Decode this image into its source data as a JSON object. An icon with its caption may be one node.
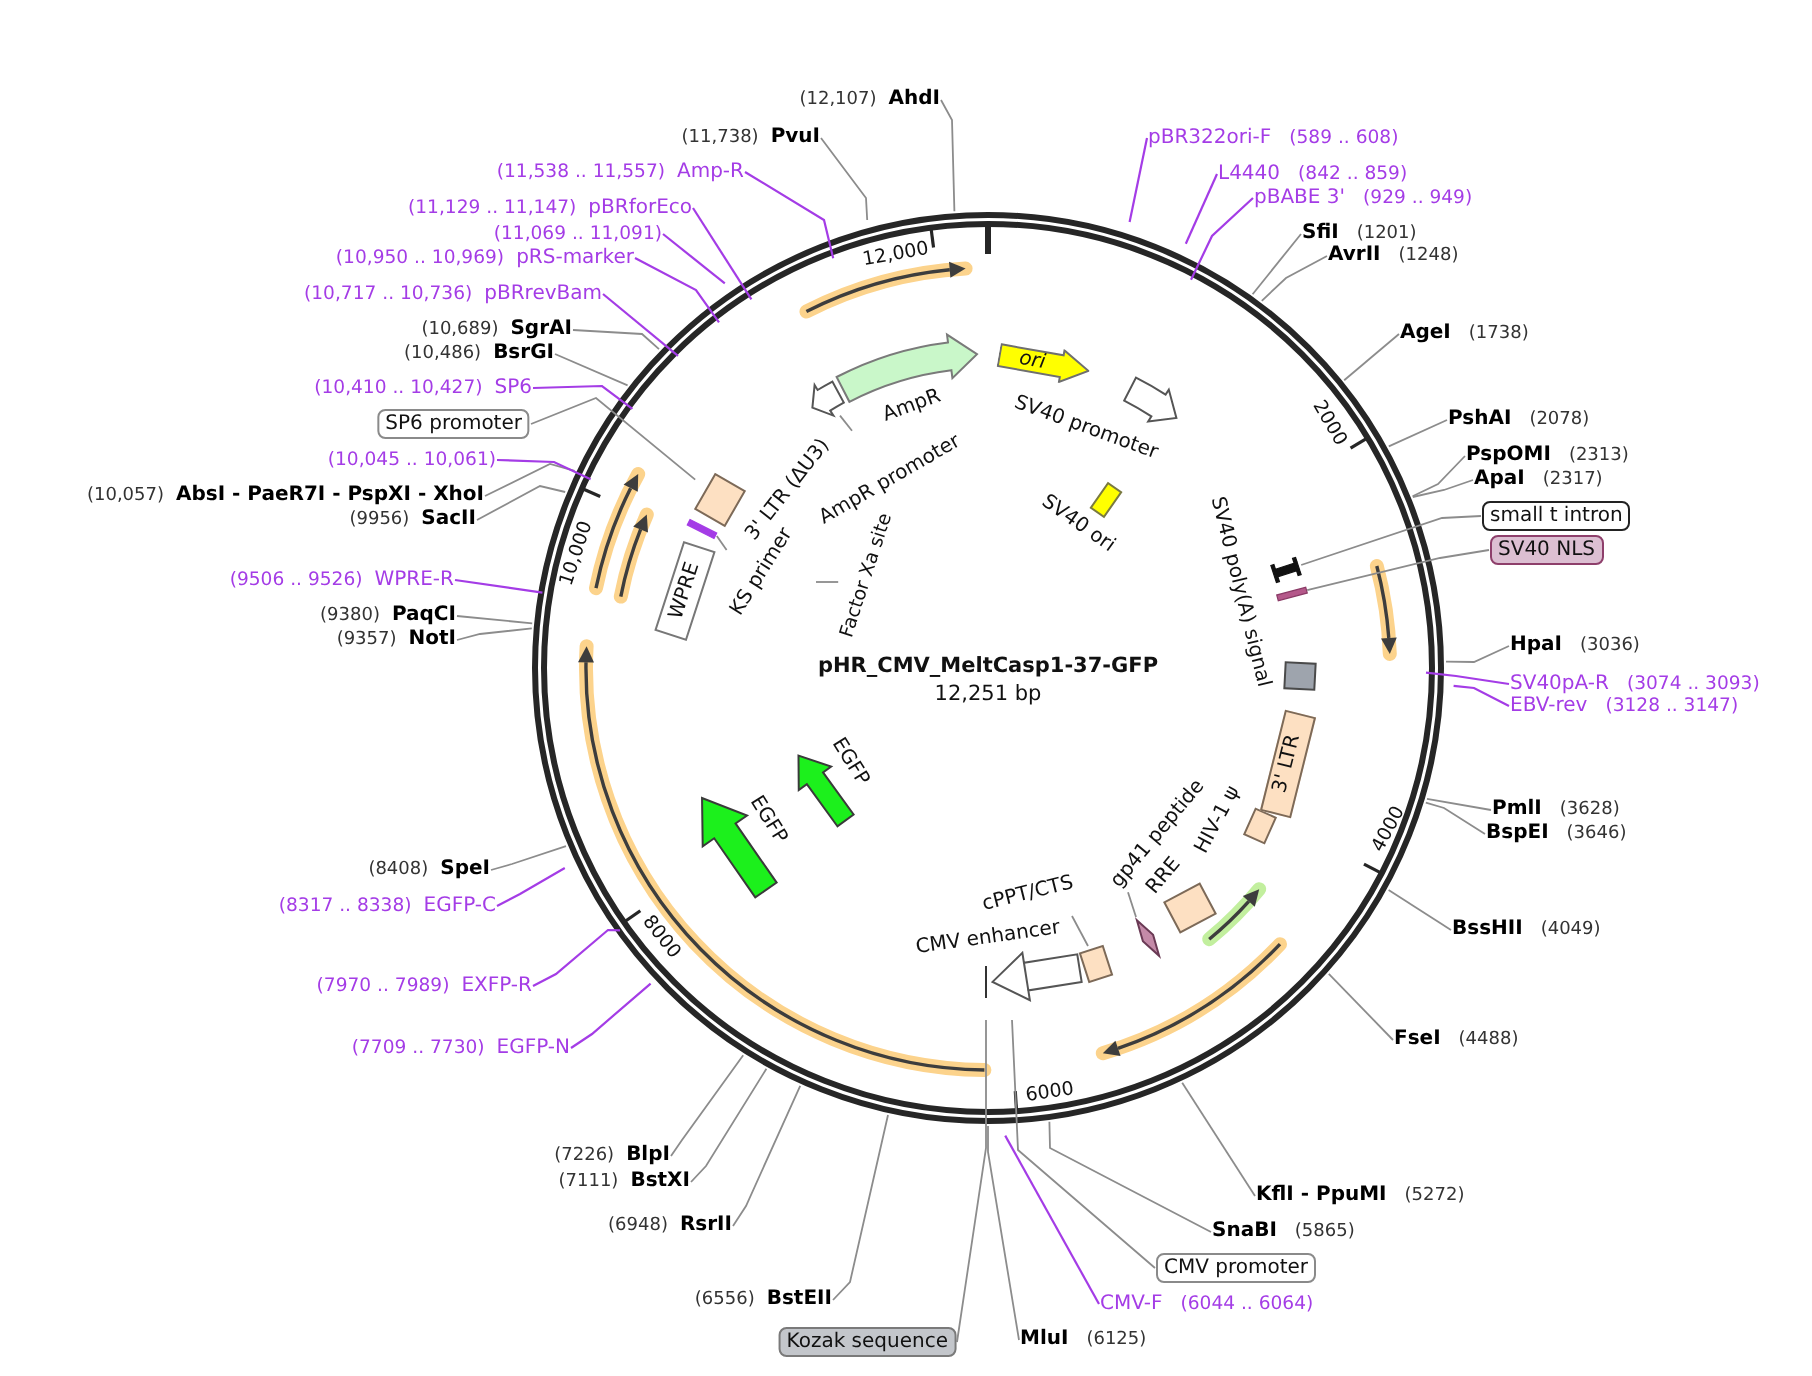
{
  "diagram": {
    "title": "pHR_CMV_MeltCasp1-37-GFP",
    "nodes": [
      {
        "text": [
          "pBR322ori-F",
          "(589 .. 608)"
        ]
      },
      {
        "text": [
          "L4440",
          "(842 .. 859)"
        ]
      },
      {
        "text": [
          "pBABE 3'",
          "(929 .. 949)"
        ]
      },
      {
        "text": [
          "SfiI",
          "(1201)"
        ]
      },
      {
        "text": [
          "AvrII",
          "(1248)"
        ]
      },
      {
        "text": [
          "AgeI",
          "(1738)"
        ]
      },
      {
        "text": [
          "PshAI",
          "(2078)"
        ]
      },
      {
        "text": [
          "PspOMI",
          "(2313)"
        ]
      },
      {
        "text": [
          "ApaI",
          "(2317)"
        ]
      },
      {
        "text": [
          "small t intron"
        ]
      },
      {
        "text": [
          "SV40 NLS"
        ]
      },
      {
        "text": [
          "HpaI",
          "(3036)"
        ]
      },
      {
        "text": [
          "SV40pA-R",
          "(3074 .. 3093)"
        ]
      },
      {
        "text": [
          "EBV-rev",
          "(3128 .. 3147)"
        ]
      },
      {
        "text": [
          "PmlI",
          "(3628)"
        ]
      },
      {
        "text": [
          "BspEI",
          "(3646)"
        ]
      },
      {
        "text": [
          "BssHII",
          "(4049)"
        ]
      },
      {
        "text": [
          "FseI",
          "(4488)"
        ]
      },
      {
        "text": [
          "KflI - PpuMI",
          "(5272)"
        ]
      },
      {
        "text": [
          "SnaBI",
          "(5865)"
        ]
      },
      {
        "text": [
          "CMV promoter"
        ]
      },
      {
        "text": [
          "CMV-F",
          "(6044 .. 6064)"
        ]
      },
      {
        "text": [
          "MluI",
          "(6125)"
        ]
      },
      {
        "text": [
          "Kozak sequence"
        ]
      },
      {
        "text": [
          "(6556)",
          "BstEII"
        ]
      },
      {
        "text": [
          "(6948)",
          "RsrII"
        ]
      },
      {
        "text": [
          "(7111)",
          "BstXI"
        ]
      },
      {
        "text": [
          "(7226)",
          "BlpI"
        ]
      },
      {
        "text": [
          "(7709 .. 7730)",
          "EGFP-N"
        ]
      },
      {
        "text": [
          "(7970 .. 7989)",
          "EXFP-R"
        ]
      },
      {
        "text": [
          "(8317 .. 8338)",
          "EGFP-C"
        ]
      },
      {
        "text": [
          "(8408)",
          "SpeI"
        ]
      },
      {
        "text": [
          "(9357)",
          "NotI"
        ]
      },
      {
        "text": [
          "(9380)",
          "PaqCI"
        ]
      },
      {
        "text": [
          "(9506 .. 9526)",
          "WPRE-R"
        ]
      },
      {
        "text": [
          "(9956)",
          "SacII"
        ]
      },
      {
        "text": [
          "(10,057)",
          "AbsI - PaeR7I - PspXI - XhoI"
        ]
      },
      {
        "text": [
          "(10,045 .. 10,061)"
        ]
      },
      {
        "text": [
          "SP6 promoter"
        ]
      },
      {
        "text": [
          "(10,410 .. 10,427)",
          "SP6"
        ]
      },
      {
        "text": [
          "(10,486)",
          "BsrGI"
        ]
      },
      {
        "text": [
          "(10,689)",
          "SgrAI"
        ]
      },
      {
        "text": [
          "(10,717 .. 10,736)",
          "pBRrevBam"
        ]
      },
      {
        "text": [
          "(10,950 .. 10,969)",
          "pRS-marker"
        ]
      },
      {
        "text": [
          "(11,069 .. 11,091)"
        ]
      },
      {
        "text": [
          "(11,129 .. 11,147)",
          "pBRforEco"
        ]
      },
      {
        "text": [
          "(11,538 .. 11,557)",
          "Amp-R"
        ]
      },
      {
        "text": [
          "(11,738)",
          "PvuI"
        ]
      },
      {
        "text": [
          "(12,107)",
          "AhdI"
        ]
      },
      {
        "text": [
          "ori"
        ]
      },
      {
        "text": [],
        "shape": "arrow",
        "beside": [
          "AmpR"
        ]
      },
      {
        "text": [],
        "shape": "arrow"
      },
      {
        "text": [
          "AmpR promoter"
        ]
      },
      {
        "text": [],
        "shape": "arrow",
        "beside": [
          "SV40 promoter"
        ]
      },
      {
        "text": [],
        "shape": "box",
        "beside": [
          "SV40 ori"
        ]
      },
      {
        "text": [],
        "shape": "bar"
      },
      {
        "text": [],
        "shape": "bar"
      },
      {
        "text": [],
        "shape": "box",
        "beside": [
          "SV40 poly(A) signal"
        ]
      },
      {
        "text": [
          "3' LTR"
        ]
      },
      {
        "text": [],
        "shape": "box",
        "beside": [
          "HIV-1 ψ"
        ]
      },
      {
        "text": [],
        "shape": "box",
        "beside": [
          "RRE"
        ]
      },
      {
        "text": [],
        "shape": "bar"
      },
      {
        "text": [
          "gp41 peptide"
        ]
      },
      {
        "text": [],
        "shape": "box"
      },
      {
        "text": [
          "cPPT/CTS"
        ]
      },
      {
        "text": [],
        "shape": "arrow",
        "beside": [
          "CMV enhancer"
        ]
      },
      {
        "text": [],
        "shape": "arrow",
        "beside": [
          "EGFP"
        ]
      },
      {
        "text": [],
        "shape": "arrow",
        "beside": [
          "EGFP"
        ]
      },
      {
        "text": [
          "WPRE"
        ]
      },
      {
        "text": [],
        "shape": "box",
        "beside": [
          "3' LTR (ΔU3)"
        ]
      },
      {
        "text": [],
        "shape": "bar"
      },
      {
        "text": [
          "KS primer"
        ]
      },
      {
        "text": [
          "Factor Xa site"
        ]
      }
    ],
    "edges": [
      {
        "from": 0,
        "to": null,
        "arrow": "none",
        "color": "#a43ce6"
      },
      {
        "from": 1,
        "to": null,
        "arrow": "none",
        "color": "#a43ce6"
      },
      {
        "from": 2,
        "to": null,
        "arrow": "none",
        "color": "#a43ce6"
      },
      {
        "from": 3,
        "to": null,
        "arrow": "none"
      },
      {
        "from": 4,
        "to": null,
        "arrow": "none"
      },
      {
        "from": 5,
        "to": null,
        "arrow": "none"
      },
      {
        "from": 6,
        "to": null,
        "arrow": "none"
      },
      {
        "from": 7,
        "to": null,
        "arrow": "none"
      },
      {
        "from": 8,
        "to": null,
        "arrow": "none"
      },
      {
        "from": 9,
        "to": 55,
        "arrow": "none"
      },
      {
        "from": 10,
        "to": 56,
        "arrow": "none"
      },
      {
        "from": 11,
        "to": null,
        "arrow": "none"
      },
      {
        "from": 12,
        "to": null,
        "arrow": "none",
        "color": "#a43ce6"
      },
      {
        "from": 13,
        "to": null,
        "arrow": "none",
        "color": "#a43ce6"
      },
      {
        "from": 14,
        "to": null,
        "arrow": "none"
      },
      {
        "from": 15,
        "to": null,
        "arrow": "none"
      },
      {
        "from": 16,
        "to": null,
        "arrow": "none"
      },
      {
        "from": 17,
        "to": null,
        "arrow": "none"
      },
      {
        "from": 18,
        "to": null,
        "arrow": "none"
      },
      {
        "from": 19,
        "to": null,
        "arrow": "none"
      },
      {
        "from": 20,
        "to": null,
        "arrow": "none"
      },
      {
        "from": 21,
        "to": null,
        "arrow": "none",
        "color": "#a43ce6"
      },
      {
        "from": 22,
        "to": null,
        "arrow": "none"
      },
      {
        "from": 23,
        "to": null,
        "arrow": "none"
      },
      {
        "from": 24,
        "to": null,
        "arrow": "none"
      },
      {
        "from": 25,
        "to": null,
        "arrow": "none"
      },
      {
        "from": 26,
        "to": null,
        "arrow": "none"
      },
      {
        "from": 27,
        "to": null,
        "arrow": "none"
      },
      {
        "from": 28,
        "to": null,
        "arrow": "none",
        "color": "#a43ce6"
      },
      {
        "from": 29,
        "to": null,
        "arrow": "none",
        "color": "#a43ce6"
      },
      {
        "from": 30,
        "to": null,
        "arrow": "none",
        "color": "#a43ce6"
      },
      {
        "from": 31,
        "to": null,
        "arrow": "none"
      },
      {
        "from": 32,
        "to": null,
        "arrow": "none"
      },
      {
        "from": 33,
        "to": null,
        "arrow": "none"
      },
      {
        "from": 34,
        "to": null,
        "arrow": "none",
        "color": "#a43ce6"
      },
      {
        "from": 35,
        "to": null,
        "arrow": "none"
      },
      {
        "from": 36,
        "to": null,
        "arrow": "none"
      },
      {
        "from": 37,
        "to": null,
        "arrow": "none",
        "color": "#a43ce6"
      },
      {
        "from": 38,
        "to": 69,
        "arrow": "none"
      },
      {
        "from": 39,
        "to": null,
        "arrow": "none",
        "color": "#a43ce6"
      },
      {
        "from": 40,
        "to": null,
        "arrow": "none"
      },
      {
        "from": 41,
        "to": null,
        "arrow": "none"
      },
      {
        "from": 42,
        "to": null,
        "arrow": "none",
        "color": "#a43ce6"
      },
      {
        "from": 43,
        "to": null,
        "arrow": "none",
        "color": "#a43ce6"
      },
      {
        "from": 44,
        "to": null,
        "arrow": "none",
        "color": "#a43ce6"
      },
      {
        "from": 45,
        "to": null,
        "arrow": "none",
        "color": "#a43ce6"
      },
      {
        "from": 46,
        "to": null,
        "arrow": "none",
        "color": "#a43ce6"
      },
      {
        "from": 47,
        "to": null,
        "arrow": "none"
      },
      {
        "from": 48,
        "to": null,
        "arrow": "none"
      },
      {
        "from": 52,
        "to": 51,
        "arrow": "none"
      },
      {
        "from": 62,
        "to": 61,
        "arrow": "none"
      },
      {
        "from": 64,
        "to": 63,
        "arrow": "none"
      },
      {
        "from": 71,
        "to": 70,
        "arrow": "none"
      },
      {
        "from": 72,
        "to": null,
        "arrow": "none"
      }
    ],
    "labels": [
      "12,251 bp",
      "12,000",
      "2000",
      "4000",
      "6000",
      "8000",
      "10,000"
    ]
  }
}
